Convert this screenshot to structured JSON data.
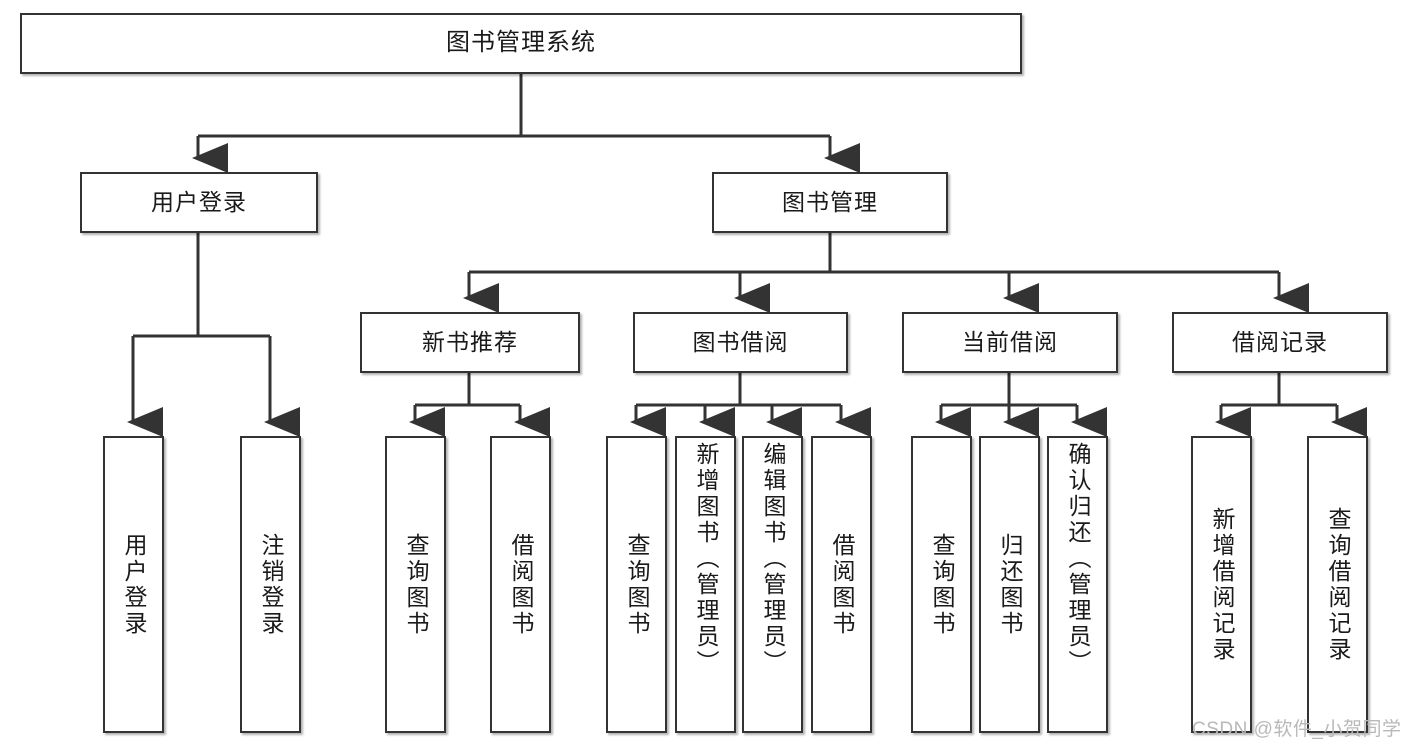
{
  "diagram": {
    "type": "hierarchy-tree",
    "title": "图书管理系统",
    "root": {
      "label": "图书管理系统"
    },
    "level1": [
      {
        "label": "用户登录"
      },
      {
        "label": "图书管理"
      }
    ],
    "level2": [
      {
        "label": "新书推荐"
      },
      {
        "label": "图书借阅"
      },
      {
        "label": "当前借阅"
      },
      {
        "label": "借阅记录"
      }
    ],
    "leaves": {
      "user_login": [
        {
          "label": "用户登录"
        },
        {
          "label": "注销登录"
        }
      ],
      "new_book_recommend": [
        {
          "label": "查询图书"
        },
        {
          "label": "借阅图书"
        }
      ],
      "book_borrow": [
        {
          "label": "查询图书"
        },
        {
          "label": "新增图书（管理员）"
        },
        {
          "label": "编辑图书（管理员）"
        },
        {
          "label": "借阅图书"
        }
      ],
      "current_borrow": [
        {
          "label": "查询图书"
        },
        {
          "label": "归还图书"
        },
        {
          "label": "确认归还（管理员）"
        }
      ],
      "borrow_record": [
        {
          "label": "新增借阅记录"
        },
        {
          "label": "查询借阅记录"
        }
      ]
    },
    "colors": {
      "border": "#333333",
      "background": "#ffffff",
      "text": "#1a1a1a",
      "edge": "#333333",
      "watermark": "#b9b9b9"
    }
  },
  "watermark": {
    "text": "CSDN @软件_小贺同学"
  }
}
